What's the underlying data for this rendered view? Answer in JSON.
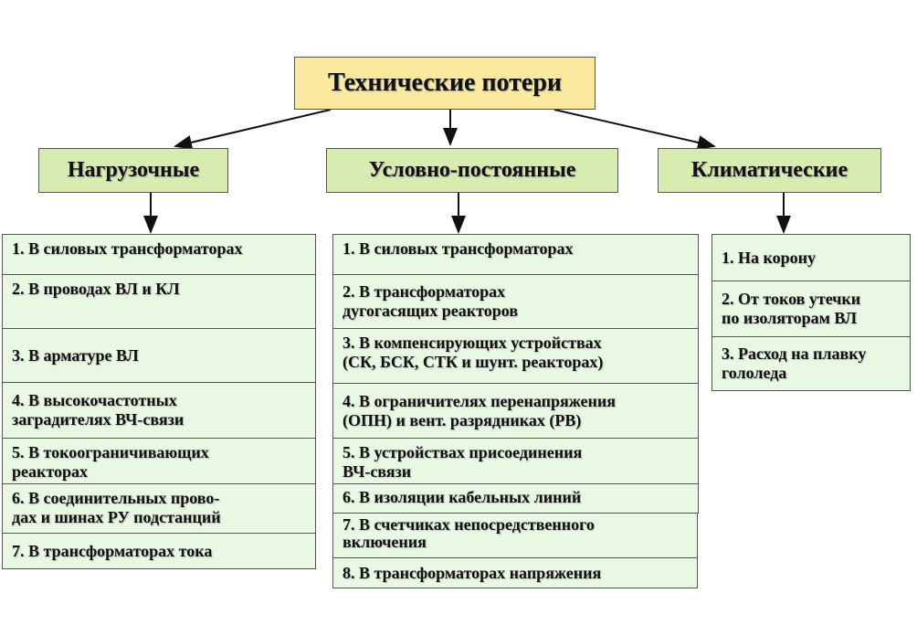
{
  "title": "Технические потери",
  "categories": [
    {
      "label": "Нагрузочные"
    },
    {
      "label": "Условно-постоянные"
    },
    {
      "label": "Климатические"
    }
  ],
  "load_items": [
    "1. В силовых трансформаторах",
    "2. В проводах ВЛ и КЛ",
    "3. В арматуре ВЛ",
    "4. В высокочастотных\nзаградителях ВЧ-связи",
    "5. В токоограничивающих\nреакторах",
    "6. В соединительных прово-\nдах и шинах РУ подстанций",
    "7. В трансформаторах тока"
  ],
  "constant_items": [
    "1. В силовых  трансформаторах",
    "2. В трансформаторах\nдугогасящих реакторов",
    "3. В компенсирующих устройствах\n (СК, БСК, СТК и шунт. реакторах)",
    "4. В ограничителях перенапряжения\n(ОПН)  и  вент. разрядниках (РВ)",
    "5. В устройствах присоединения\nВЧ-связи",
    "6. В изоляции кабельных линий",
    "7. В счетчиках непосредственного\n включения",
    "8. В трансформаторах напряжения"
  ],
  "climate_items": [
    "1. На корону",
    "2. От токов утечки\nпо изоляторам ВЛ",
    "3. Расход на плавку\n    гололеда"
  ]
}
